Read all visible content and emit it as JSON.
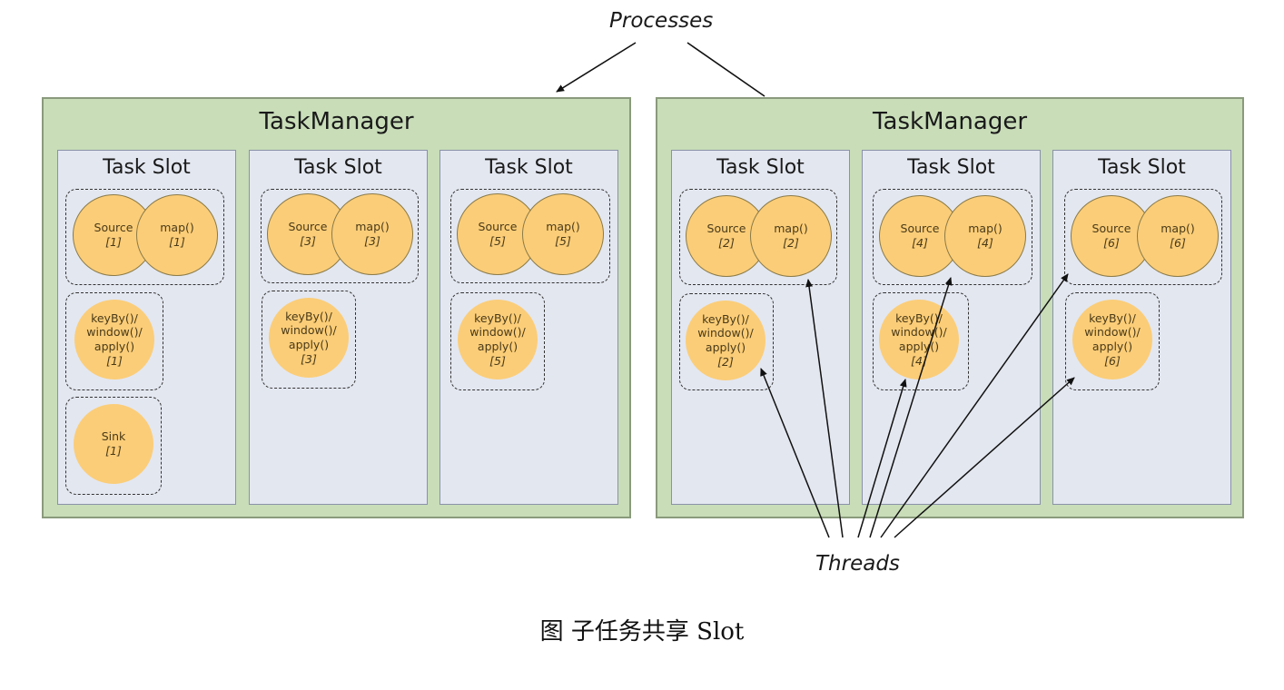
{
  "processes_label": "Processes",
  "threads_label": "Threads",
  "caption": "图 子任务共享 Slot",
  "task_managers": [
    {
      "title": "TaskManager",
      "slots": [
        {
          "title": "Task Slot",
          "source": "Source",
          "source_idx": "[1]",
          "map": "map()",
          "map_idx": "[1]",
          "key_lines": [
            "keyBy()/",
            "window()/",
            "apply()"
          ],
          "key_idx": "[1]",
          "sink": "Sink",
          "sink_idx": "[1]"
        },
        {
          "title": "Task Slot",
          "source": "Source",
          "source_idx": "[3]",
          "map": "map()",
          "map_idx": "[3]",
          "key_lines": [
            "keyBy()/",
            "window()/",
            "apply()"
          ],
          "key_idx": "[3]"
        },
        {
          "title": "Task Slot",
          "source": "Source",
          "source_idx": "[5]",
          "map": "map()",
          "map_idx": "[5]",
          "key_lines": [
            "keyBy()/",
            "window()/",
            "apply()"
          ],
          "key_idx": "[5]"
        }
      ]
    },
    {
      "title": "TaskManager",
      "slots": [
        {
          "title": "Task Slot",
          "source": "Source",
          "source_idx": "[2]",
          "map": "map()",
          "map_idx": "[2]",
          "key_lines": [
            "keyBy()/",
            "window()/",
            "apply()"
          ],
          "key_idx": "[2]"
        },
        {
          "title": "Task Slot",
          "source": "Source",
          "source_idx": "[4]",
          "map": "map()",
          "map_idx": "[4]",
          "key_lines": [
            "keyBy()/",
            "window()/",
            "apply()"
          ],
          "key_idx": "[4]"
        },
        {
          "title": "Task Slot",
          "source": "Source",
          "source_idx": "[6]",
          "map": "map()",
          "map_idx": "[6]",
          "key_lines": [
            "keyBy()/",
            "window()/",
            "apply()"
          ],
          "key_idx": "[6]"
        }
      ]
    }
  ]
}
